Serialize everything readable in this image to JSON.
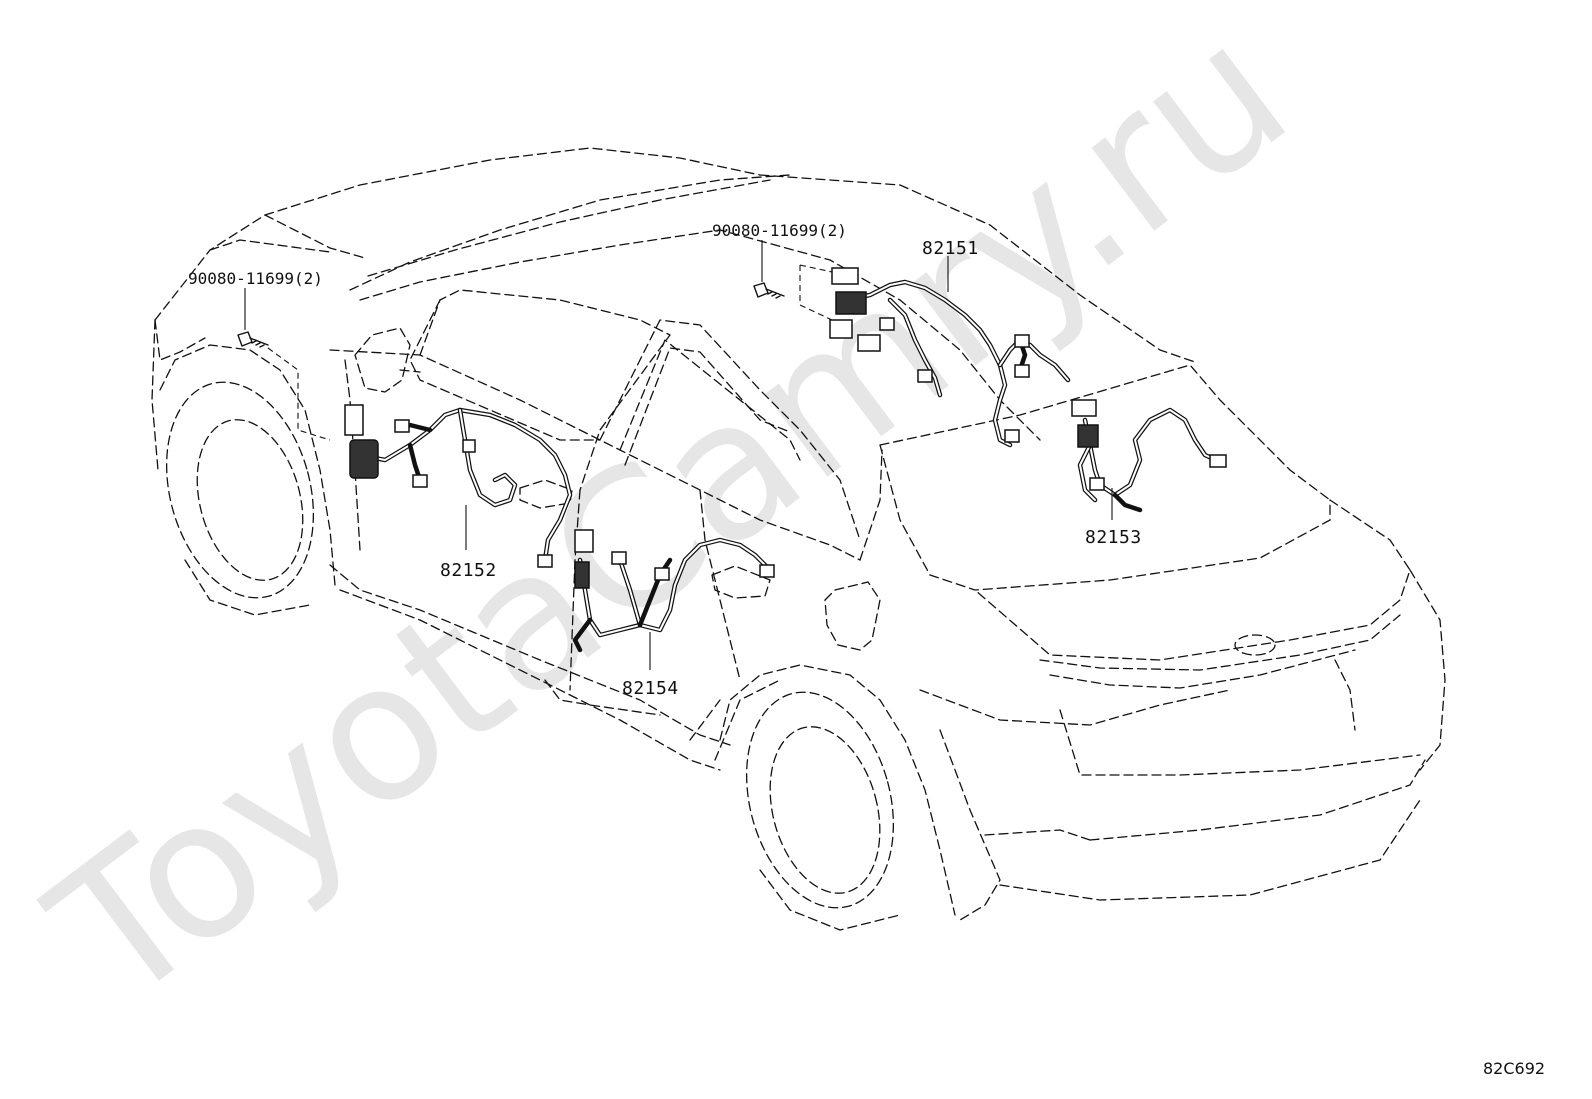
{
  "watermark": "ToyotaCamry.ru",
  "callouts": {
    "bolt_front": "90080-11699(2)",
    "bolt_rear": "90080-11699(2)",
    "harness_rear_lid": "82151",
    "harness_front_door": "82152",
    "harness_trunk": "82153",
    "harness_rear_door": "82154"
  },
  "figure_code": "82C692"
}
